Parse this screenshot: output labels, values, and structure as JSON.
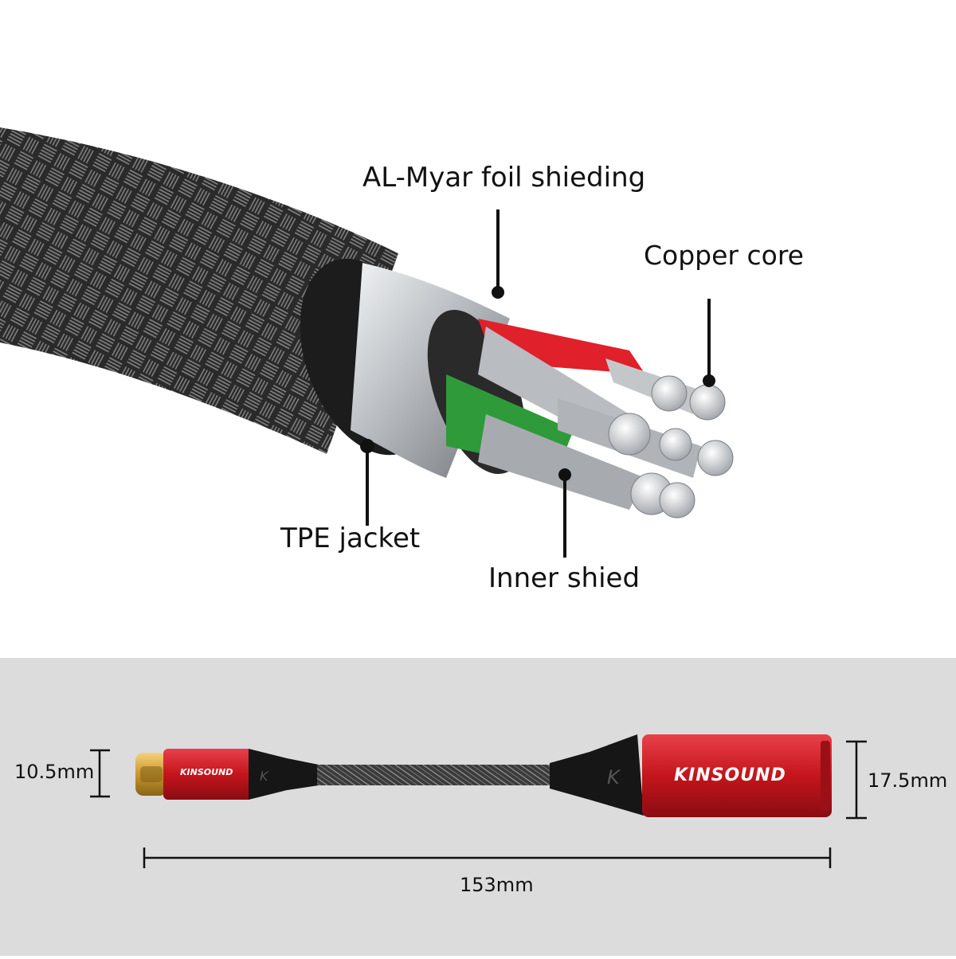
{
  "cross_section": {
    "labels": {
      "foil": "AL-Myar foil shieding",
      "copper": "Copper core",
      "jacket": "TPE jacket",
      "inner": "Inner shied"
    },
    "colors": {
      "braid": "#3a3a3a",
      "wire_red": "#e0202a",
      "wire_green": "#2f9a3a",
      "foil_silver": "#c8ccd0"
    }
  },
  "dimensions": {
    "plug_height": "10.5mm",
    "body_height": "17.5mm",
    "length": "153mm"
  },
  "product": {
    "brand": "KINSOUND",
    "brand_small": "KINSOUND",
    "color": "#c4151c"
  }
}
